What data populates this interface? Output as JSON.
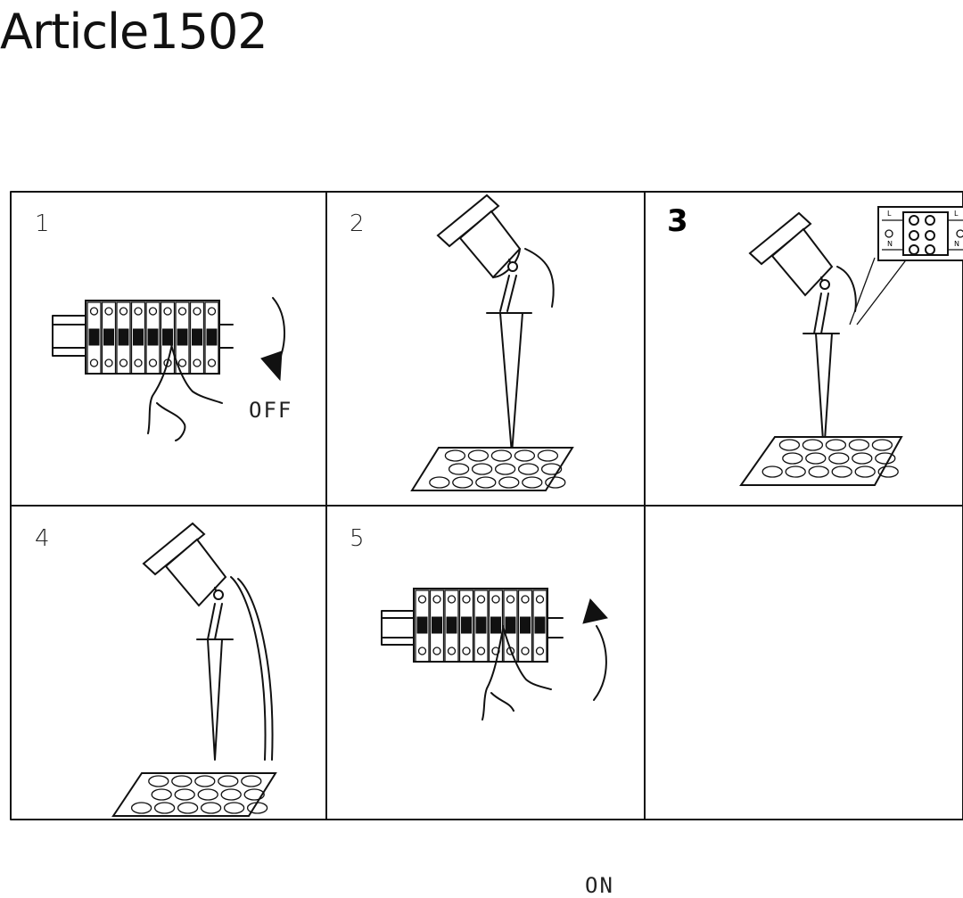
{
  "title": "Article1502",
  "steps": [
    {
      "number": "1",
      "label": "OFF"
    },
    {
      "number": "2",
      "label": ""
    },
    {
      "number": "3",
      "label": ""
    },
    {
      "number": "4",
      "label": ""
    },
    {
      "number": "5",
      "label": "ON"
    }
  ],
  "terminal_labels": {
    "live": "L",
    "neutral": "N"
  },
  "icons": [
    "breaker-panel-icon",
    "hand-icon",
    "rotate-arrow-icon",
    "spike-light-icon",
    "paving-stones-icon",
    "terminal-block-icon"
  ]
}
